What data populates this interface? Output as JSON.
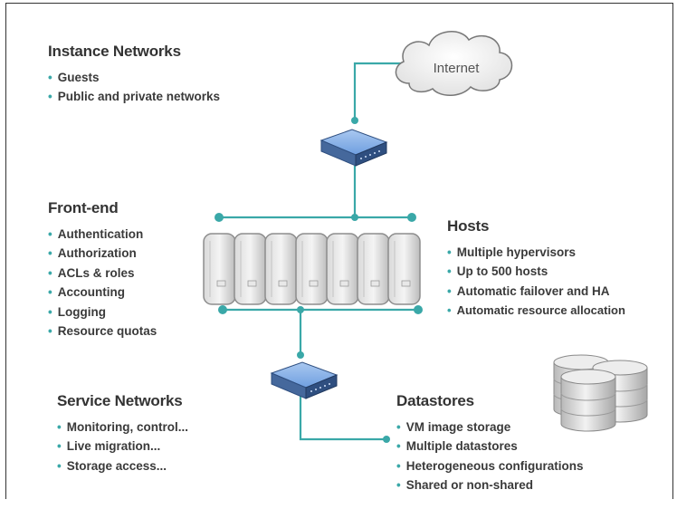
{
  "instance": {
    "title": "Instance Networks",
    "items": [
      "Guests",
      "Public and private networks"
    ]
  },
  "frontend": {
    "title": "Front-end",
    "items": [
      "Authentication",
      "Authorization",
      "ACLs & roles",
      "Accounting",
      "Logging",
      "Resource quotas"
    ]
  },
  "hosts": {
    "title": "Hosts",
    "items": [
      "Multiple hypervisors",
      "Up to 500 hosts",
      "Automatic failover and HA",
      "Automatic resource allocation"
    ]
  },
  "service": {
    "title": "Service Networks",
    "items": [
      "Monitoring, control...",
      "Live migration...",
      "Storage access..."
    ]
  },
  "datastores": {
    "title": "Datastores",
    "items": [
      "VM image storage",
      "Multiple datastores",
      "Heterogeneous configurations",
      "Shared or non-shared"
    ]
  },
  "cloud": {
    "label": "Internet"
  },
  "icons": {
    "bullet": "•",
    "switch": "network-switch-icon",
    "server": "server-rack-icon",
    "storage": "storage-disks-icon",
    "cloud": "cloud-icon"
  },
  "colors": {
    "line": "#3aa8a8",
    "bullet": "#3aa8a8",
    "switch": "#5a8fd6"
  }
}
